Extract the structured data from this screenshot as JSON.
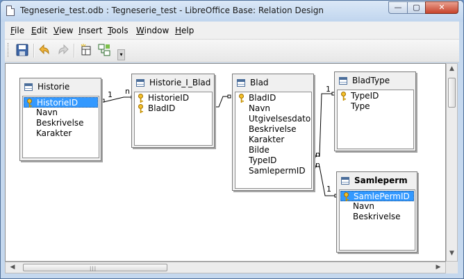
{
  "window": {
    "title": "Tegneserie_test.odb : Tegneserie_test - LibreOffice Base: Relation Design",
    "minimize_glyph": "—",
    "maximize_glyph": "▢",
    "close_glyph": "✕"
  },
  "menu": [
    {
      "label": "File",
      "accel": "F",
      "rest": "ile"
    },
    {
      "label": "Edit",
      "accel": "E",
      "rest": "dit"
    },
    {
      "label": "View",
      "accel": "V",
      "rest": "iew"
    },
    {
      "label": "Insert",
      "accel": "I",
      "rest": "nsert"
    },
    {
      "label": "Tools",
      "accel": "T",
      "rest": "ools"
    },
    {
      "label": "Window",
      "accel": "W",
      "rest": "indow"
    },
    {
      "label": "Help",
      "accel": "H",
      "rest": "elp"
    }
  ],
  "toolbar": {
    "icons": [
      "save-icon",
      "undo-icon",
      "redo-icon",
      "new-table-icon",
      "new-relation-icon"
    ],
    "more_glyph": "▾"
  },
  "tables": [
    {
      "name": "Historie",
      "bold": false,
      "fields": [
        {
          "name": "HistorieID",
          "key": true,
          "selected": true
        },
        {
          "name": "Navn",
          "key": false
        },
        {
          "name": "Beskrivelse",
          "key": false
        },
        {
          "name": "Karakter",
          "key": false
        }
      ]
    },
    {
      "name": "Historie_I_Blad",
      "bold": false,
      "fields": [
        {
          "name": "HistorieID",
          "key": true
        },
        {
          "name": "BladID",
          "key": true
        }
      ]
    },
    {
      "name": "Blad",
      "bold": false,
      "fields": [
        {
          "name": "BladID",
          "key": true
        },
        {
          "name": "Navn",
          "key": false
        },
        {
          "name": "Utgivelsesdato",
          "key": false
        },
        {
          "name": "Beskrivelse",
          "key": false
        },
        {
          "name": "Karakter",
          "key": false
        },
        {
          "name": "Bilde",
          "key": false
        },
        {
          "name": "TypeID",
          "key": false
        },
        {
          "name": "SamlepermID",
          "key": false
        }
      ]
    },
    {
      "name": "BladType",
      "bold": false,
      "fields": [
        {
          "name": "TypeID",
          "key": true
        },
        {
          "name": "Type",
          "key": false
        }
      ]
    },
    {
      "name": "Samleperm",
      "bold": true,
      "fields": [
        {
          "name": "SamlePermID",
          "key": true,
          "selected": true
        },
        {
          "name": "Navn",
          "key": false
        },
        {
          "name": "Beskrivelse",
          "key": false
        }
      ]
    }
  ],
  "relations": [
    {
      "from": "Historie.HistorieID",
      "to": "Historie_I_Blad.HistorieID",
      "from_card": "1",
      "to_card": "n"
    },
    {
      "from": "Historie_I_Blad.BladID",
      "to": "Blad.BladID",
      "from_card": "",
      "to_card": ""
    },
    {
      "from": "Blad.TypeID",
      "to": "BladType.TypeID",
      "from_card": "n",
      "to_card": "1"
    },
    {
      "from": "Blad.SamlepermID",
      "to": "Samleperm.SamlePermID",
      "from_card": "n",
      "to_card": "1"
    }
  ],
  "scrollbars": {
    "left_arrow": "◀",
    "right_arrow": "▶",
    "up_arrow": "▲",
    "down_arrow": "▼"
  }
}
